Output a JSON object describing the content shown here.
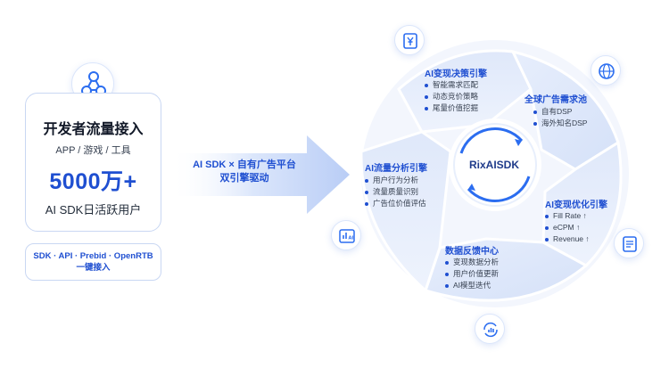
{
  "developer": {
    "title": "开发者流量接入",
    "subtitle": "APP / 游戏 / 工具",
    "number": "5000万+",
    "caption": "AI SDK日活跃用户",
    "access_line1": "SDK · API · Prebid · OpenRTB",
    "access_line2": "一键接入"
  },
  "arrow": {
    "line1": "AI SDK × 自有广告平台",
    "line2": "双引擎驱动"
  },
  "center": {
    "logo": "RixAISDK"
  },
  "segments": {
    "decision": {
      "title": "AI变现决策引擎",
      "items": [
        "智能需求匹配",
        "动态竞价策略",
        "尾量价值挖掘"
      ]
    },
    "demand": {
      "title": "全球广告需求池",
      "items": [
        "自有DSP",
        "海外知名DSP"
      ]
    },
    "optimize": {
      "title": "AI变现优化引擎",
      "items": [
        "Fill Rate ↑",
        "eCPM ↑",
        "Revenue ↑"
      ]
    },
    "feedback": {
      "title": "数据反馈中心",
      "items": [
        "变现数据分析",
        "用户价值更新",
        "AI模型迭代"
      ]
    },
    "traffic": {
      "title": "AI流量分析引擎",
      "items": [
        "用户行为分析",
        "流量质量识别",
        "广告位价值评估"
      ]
    }
  },
  "colors": {
    "accent": "#1f4fd1",
    "ring_light": "#e8effc",
    "ring_mid": "#d2def6"
  },
  "icons": [
    "hub-icon",
    "yen-doc-icon",
    "globe-icon",
    "invoice-icon",
    "bar-chart-refresh-icon",
    "ai-chart-icon"
  ]
}
